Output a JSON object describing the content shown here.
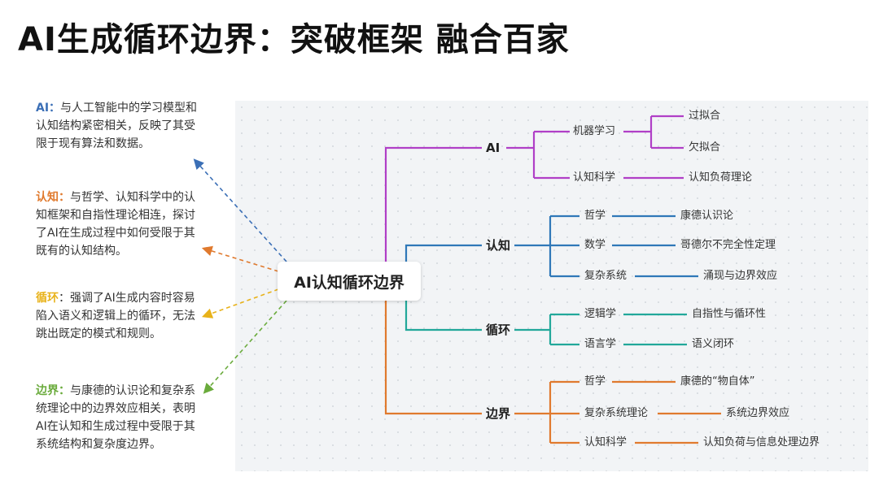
{
  "title": "AI生成循环边界：突破框架 融合百家",
  "notes": [
    {
      "keyword": "AI：",
      "text": "与人工智能中的学习模型和认知结构紧密相关，反映了其受限于现有算法和数据。",
      "color": "#3b6fb6"
    },
    {
      "keyword": "认知：",
      "text": "与哲学、认知科学中的认知框架和自指性理论相连，探讨了AI在生成过程中如何受限于其既有的认知结构。",
      "color": "#e07a2e"
    },
    {
      "keyword": "循环",
      "text": "：强调了AI生成内容时容易陷入语义和逻辑上的循环，无法跳出既定的模式和规则。",
      "color": "#e8b21a"
    },
    {
      "keyword": "边界：",
      "text": "与康德的认识论和复杂系统理论中的边界效应相关，表明AI在认知和生成过程中受限于其系统结构和复杂度边界。",
      "color": "#6aab3c"
    }
  ],
  "mindmap": {
    "root": "AI认知循环边界",
    "branches": [
      {
        "label": "AI",
        "color": "#b03fc7",
        "children": [
          {
            "label": "机器学习",
            "children": [
              "过拟合",
              "欠拟合"
            ]
          },
          {
            "label": "认知科学",
            "children": [
              "认知负荷理论"
            ]
          }
        ]
      },
      {
        "label": "认知",
        "color": "#2f78b8",
        "children": [
          {
            "label": "哲学",
            "children": [
              "康德认识论"
            ]
          },
          {
            "label": "数学",
            "children": [
              "哥德尔不完全性定理"
            ]
          },
          {
            "label": "复杂系统",
            "children": [
              "涌现与边界效应"
            ]
          }
        ]
      },
      {
        "label": "循环",
        "color": "#22a89a",
        "children": [
          {
            "label": "逻辑学",
            "children": [
              "自指性与循环性"
            ]
          },
          {
            "label": "语言学",
            "children": [
              "语义闭环"
            ]
          }
        ]
      },
      {
        "label": "边界",
        "color": "#e07a2e",
        "children": [
          {
            "label": "哲学",
            "children": [
              "康德的“物自体”"
            ]
          },
          {
            "label": "复杂系统理论",
            "children": [
              "系统边界效应"
            ]
          },
          {
            "label": "认知科学",
            "children": [
              "认知负荷与信息处理边界"
            ]
          }
        ]
      }
    ]
  },
  "arrow_colors": [
    "#3b6fb6",
    "#e07a2e",
    "#e8b21a",
    "#6aab3c"
  ]
}
